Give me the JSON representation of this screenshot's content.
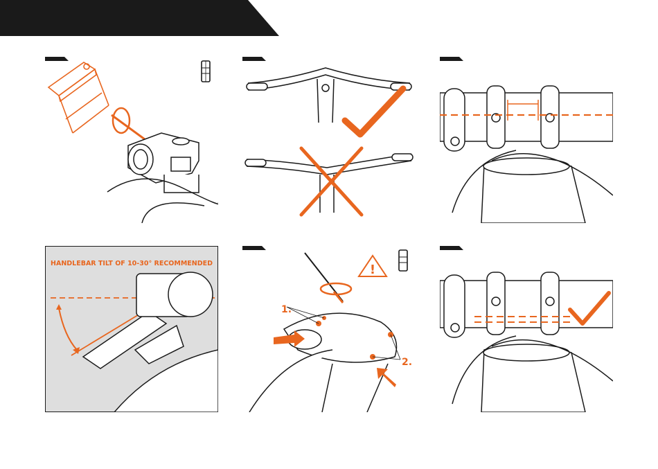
{
  "colors": {
    "accent": "#e8661f",
    "ink": "#1a1a1a",
    "panel_bg": "#dedede"
  },
  "panels": [
    {
      "id": "step-1",
      "icon": "torx-bit-icon"
    },
    {
      "id": "step-2",
      "marks": [
        "checkmark-icon",
        "cross-icon"
      ]
    },
    {
      "id": "step-3"
    },
    {
      "id": "step-4",
      "tilt_label": "HANDLEBAR TILT OF 10-30° RECOMMENDED"
    },
    {
      "id": "step-5",
      "icon": "warning-triangle-icon",
      "callout_1": "1.",
      "callout_2": "2.",
      "warning_symbol": "!"
    },
    {
      "id": "step-6",
      "marks": [
        "checkmark-icon"
      ]
    }
  ]
}
